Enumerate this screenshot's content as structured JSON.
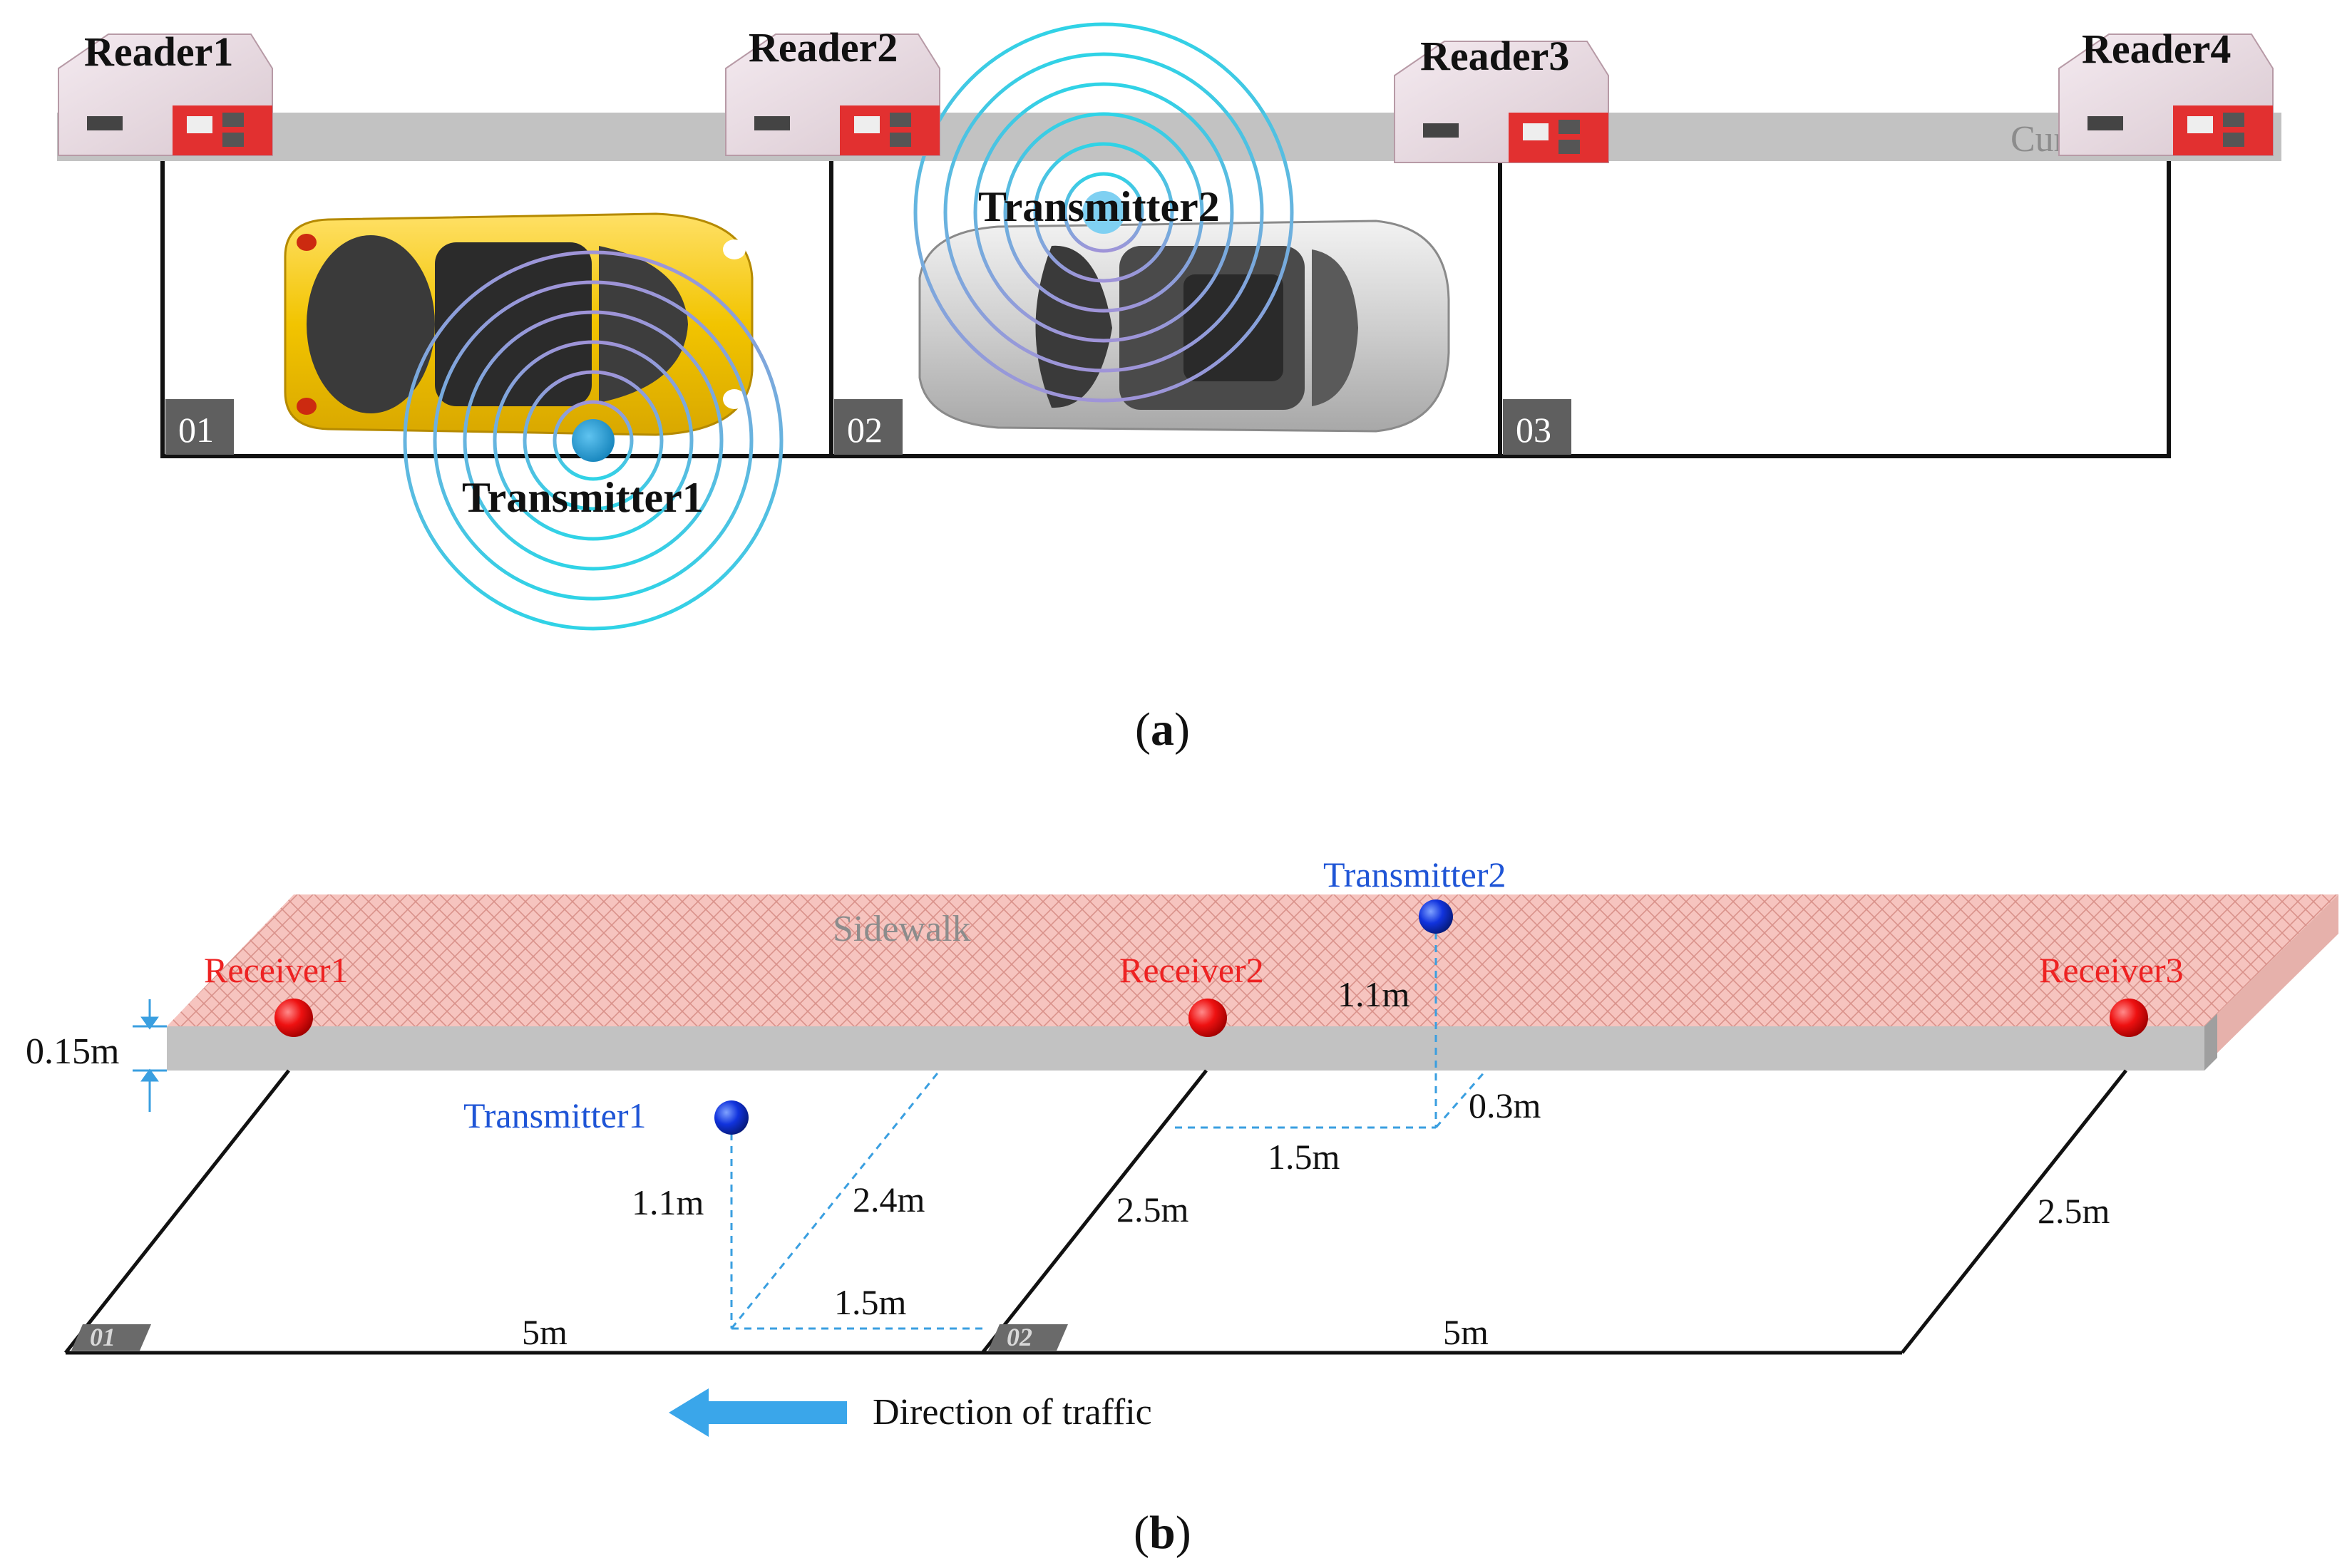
{
  "panel_a": {
    "readers": [
      "Reader1",
      "Reader2",
      "Reader3",
      "Reader4"
    ],
    "curb_label": "Curb",
    "slots": [
      "01",
      "02",
      "03"
    ],
    "transmitters": [
      "Transmitter1",
      "Transmitter2"
    ],
    "caption": "(a)"
  },
  "panel_b": {
    "sidewalk_label": "Sidewalk",
    "receivers": [
      "Receiver1",
      "Receiver2",
      "Receiver3"
    ],
    "transmitters": [
      "Transmitter1",
      "Transmitter2"
    ],
    "curb_height": "0.15m",
    "dims": {
      "t1_height": "1.1m",
      "t1_diag": "2.4m",
      "t1_offset": "1.5m",
      "t2_height": "1.1m",
      "t2_offset": "1.5m",
      "t2_depth": "0.3m",
      "slot_depth_mid": "2.5m",
      "slot_depth_right": "2.5m",
      "slot1_length": "5m",
      "slot2_length": "5m"
    },
    "slots": [
      "01",
      "02"
    ],
    "traffic_label": "Direction of traffic",
    "caption": "(b)"
  },
  "colors": {
    "curb": "#c0c0c0",
    "sidewalk": "#f6c4bf",
    "receiver": "#ee1111",
    "transmitter_b": "#1133dd",
    "transmitter_a": "#1a8fc9",
    "label_red": "#ee2222",
    "label_blue": "#1f55d6",
    "arrow": "#3aa6ea"
  }
}
